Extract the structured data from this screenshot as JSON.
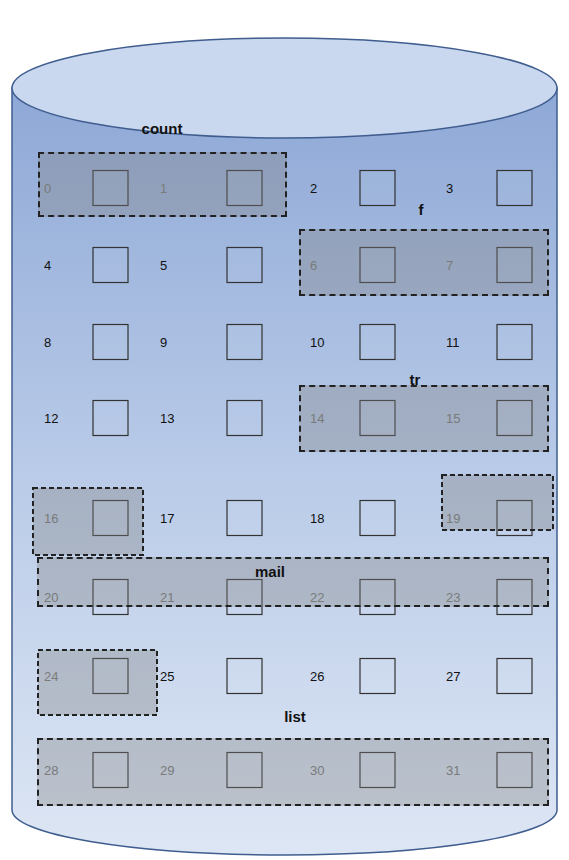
{
  "diagram": {
    "nodes": [
      {
        "text": [
          "count"
        ]
      },
      {
        "text": [
          "f"
        ]
      },
      {
        "text": [
          "tr"
        ]
      },
      {
        "text": [
          "mail"
        ]
      },
      {
        "text": [
          "list"
        ]
      }
    ],
    "labels": [
      "0",
      "1",
      "2",
      "3",
      "4",
      "5",
      "6",
      "7",
      "8",
      "9",
      "10",
      "11",
      "12",
      "13",
      "14",
      "15",
      "16",
      "17",
      "18",
      "19",
      "20",
      "21",
      "22",
      "23",
      "24",
      "25",
      "26",
      "27",
      "28",
      "29",
      "30",
      "31"
    ]
  }
}
